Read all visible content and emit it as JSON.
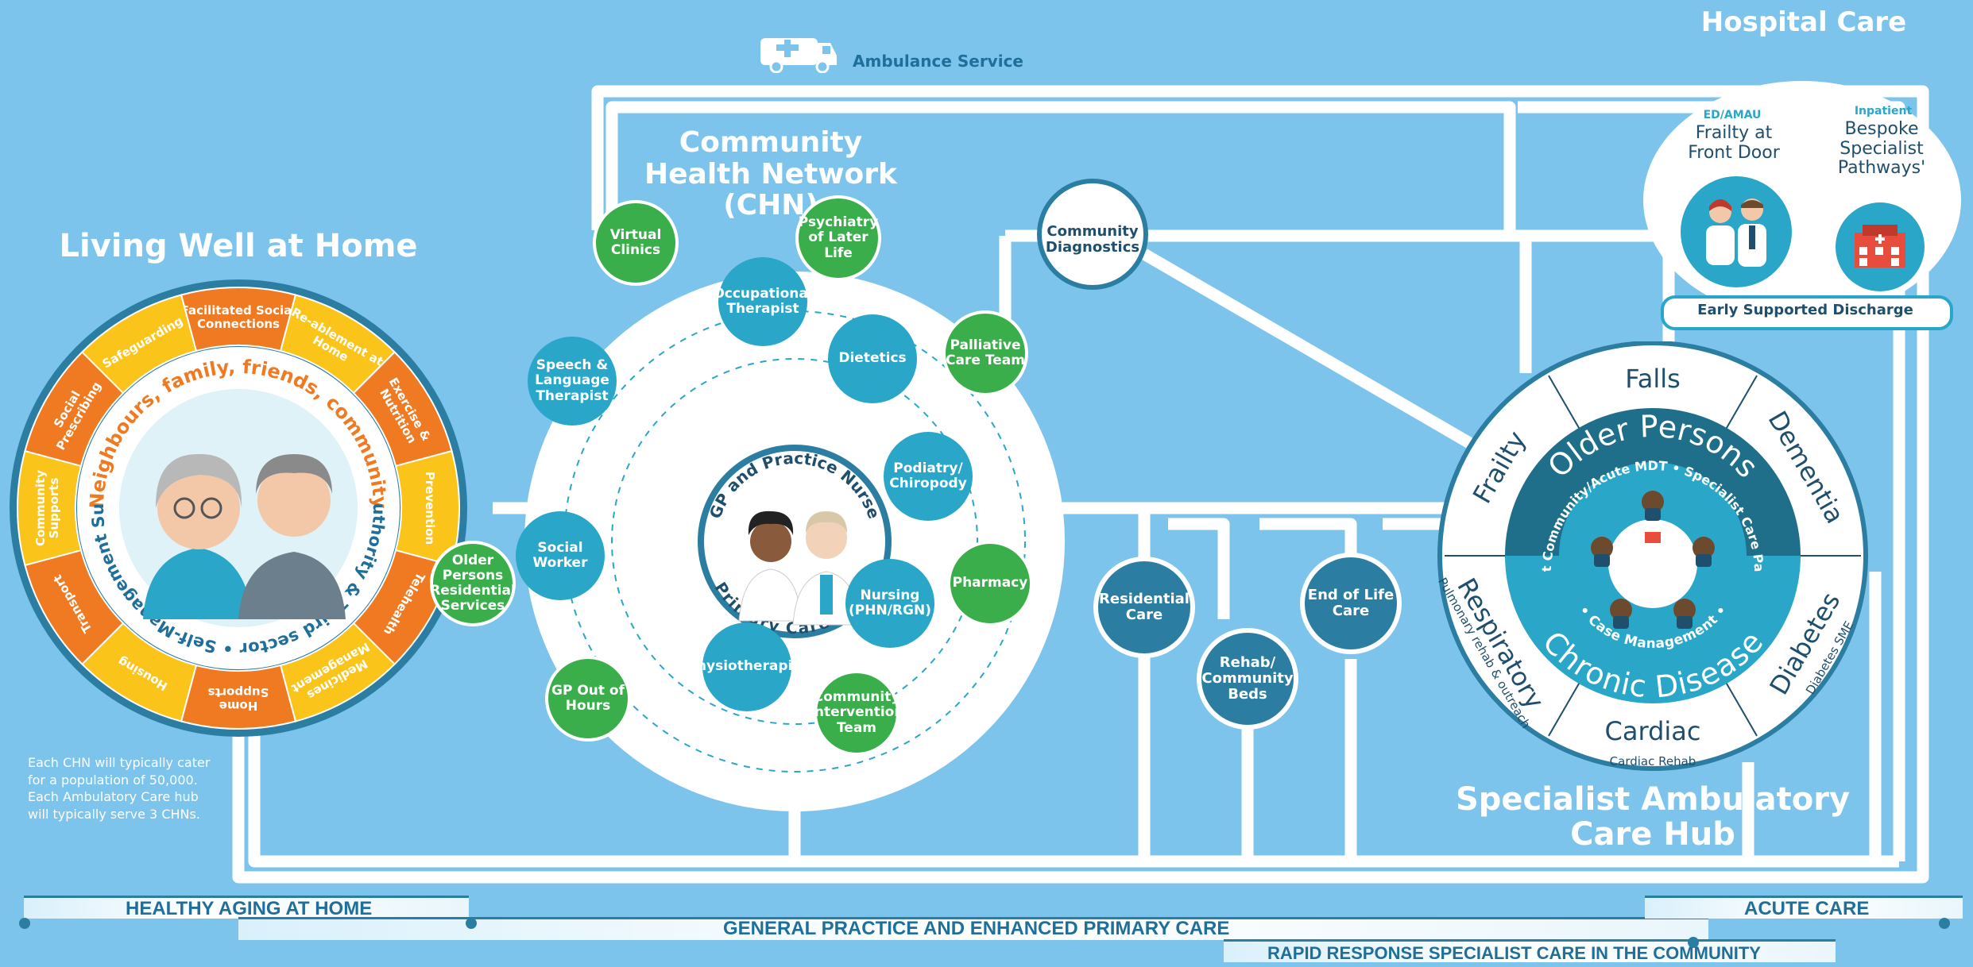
{
  "ambulance": {
    "label": "Ambulance Service"
  },
  "hospital": {
    "title": "Hospital Care",
    "frailty_small": "ED/AMAU",
    "frailty_label": "Frailty at Front Door",
    "inpatient_small": "Inpatient",
    "inpatient_label": "Bespoke Specialist Pathways'",
    "esd_label": "Early Supported Discharge"
  },
  "chn": {
    "title": "Community Health Network (CHN)",
    "center_top": "GP and Practice Nurse",
    "center_bottom": "Primary Care Team",
    "inner_nodes": [
      "Occupational Therapist",
      "Dietetics",
      "Podiatry/ Chiropody",
      "Nursing (PHN/RGN)",
      "Physiotherapist",
      "Social Worker",
      "Speech & Language Therapist"
    ],
    "outer_nodes": [
      "Virtual Clinics",
      "Psychiatry of Later Life",
      "Palliative Care Team",
      "Pharmacy",
      "Community Intervention Team",
      "GP Out of Hours",
      "Older Persons Residential Services"
    ]
  },
  "diagnostics": {
    "label": "Community Diagnostics"
  },
  "living": {
    "title": "Living Well at Home",
    "ring_outer": [
      "Facilitated Social Connections",
      "Re-ablement at Home",
      "Exercise & Nutrition",
      "Prevention",
      "Telehealth",
      "Medicines Management",
      "Home Supports",
      "Housing",
      "Transport",
      "Community Supports",
      "Social Prescribing",
      "Safeguarding"
    ],
    "ring_inner_top": "Neighbours, family, friends, community",
    "ring_inner_bottom": "Local Authority & Third sector • Self-Management Support •"
  },
  "community_beds": [
    {
      "label": "Residential Care"
    },
    {
      "label": "Rehab/ Community Beds"
    },
    {
      "label": "End of Life Care"
    }
  ],
  "hub": {
    "title": "Specialist Ambulatory Care Hub",
    "segments": [
      "Falls",
      "Dementia",
      "Diabetes",
      "Cardiac",
      "Respiratory",
      "Frailty"
    ],
    "segment_subs": {
      "diabetes": "Diabetes SME",
      "cardiac": "Cardiac Rehab",
      "respiratory": "Pulmonary rehab & outreach"
    },
    "older_persons": "Older Persons",
    "chronic_disease": "Chronic Disease",
    "mdt_text": "Specialist Community/Acute MDT • Specialist Care Pathways •",
    "case_mgmt": "• Case Management •"
  },
  "note": "Each CHN will typically cater for a population of 50,000. Each Ambulatory Care hub will typically serve 3 CHNs.",
  "bands": {
    "healthy": "HEALTHY AGING AT HOME",
    "general": "GENERAL PRACTICE AND ENHANCED PRIMARY CARE",
    "rapid": "RAPID RESPONSE SPECIALIST CARE IN THE COMMUNITY",
    "acute": "ACUTE CARE"
  },
  "colors": {
    "background": "#7cc4ec",
    "road": "#ffffff",
    "green": "#3aae4a",
    "teal": "#2aa6c9",
    "dark_teal": "#2b7ea1",
    "orange": "#f07a22",
    "yellow": "#fbc41a"
  }
}
